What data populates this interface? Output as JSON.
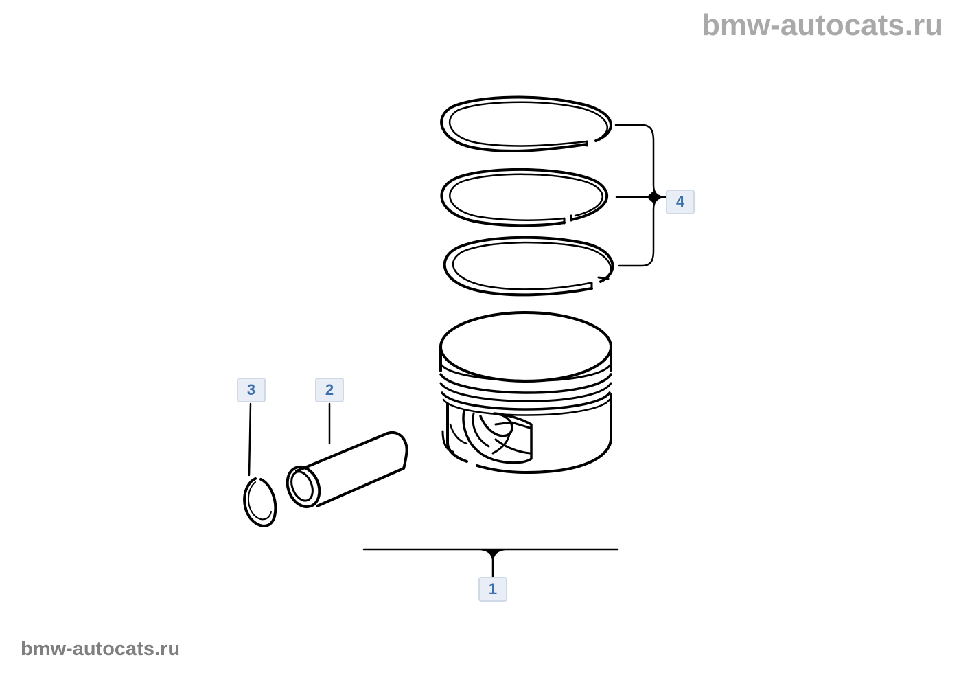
{
  "watermarks": {
    "top": "bmw-autocats.ru",
    "bottom": "bmw-autocats.ru"
  },
  "callouts": [
    {
      "id": "1",
      "label": "1"
    },
    {
      "id": "2",
      "label": "2"
    },
    {
      "id": "3",
      "label": "3"
    },
    {
      "id": "4",
      "label": "4"
    }
  ],
  "colors": {
    "line": "#000000",
    "callout_text": "#3a70b3",
    "callout_bg": "#e9eef6",
    "watermark": "#a9a9a9"
  }
}
